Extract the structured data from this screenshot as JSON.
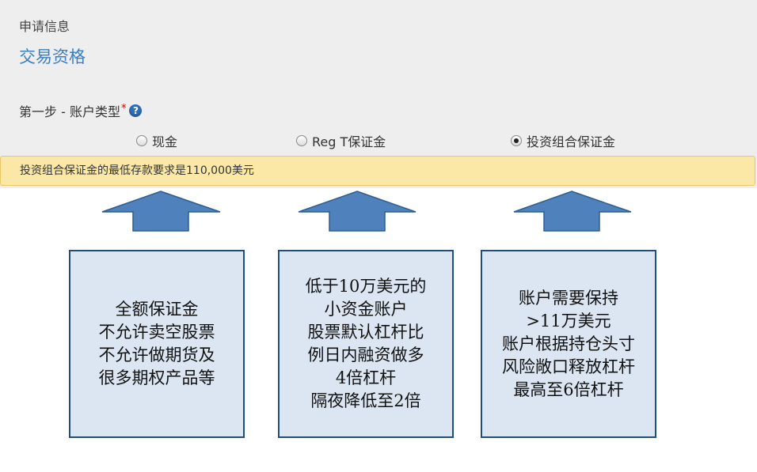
{
  "header": {
    "section_label": "申请信息",
    "section_title": "交易资格"
  },
  "step": {
    "label": "第一步 - 账户类型",
    "required_mark": "*",
    "help_icon": "?"
  },
  "account_types": [
    {
      "label": "现金",
      "checked": false
    },
    {
      "label": "Reg T保证金",
      "checked": false
    },
    {
      "label": "投资组合保证金",
      "checked": true
    }
  ],
  "notice": {
    "text": "投资组合保证金的最低存款要求是110,000美元"
  },
  "colors": {
    "arrow_fill": "#4f81bd",
    "box_fill": "#dce6f2",
    "box_border": "#1f4e79",
    "notice_bg": "#fbe8a6"
  },
  "annotations": [
    {
      "lines": [
        "全额保证金",
        "不允许卖空股票",
        "不允许做期货及",
        "很多期权产品等"
      ]
    },
    {
      "lines": [
        "低于10万美元的",
        "小资金账户",
        "股票默认杠杆比",
        "例日内融资做多",
        "4倍杠杆",
        "隔夜降低至2倍"
      ]
    },
    {
      "lines": [
        "账户需要保持",
        ">11万美元",
        "账户根据持仓头寸",
        "风险敞口释放杠杆",
        "最高至6倍杠杆"
      ]
    }
  ]
}
